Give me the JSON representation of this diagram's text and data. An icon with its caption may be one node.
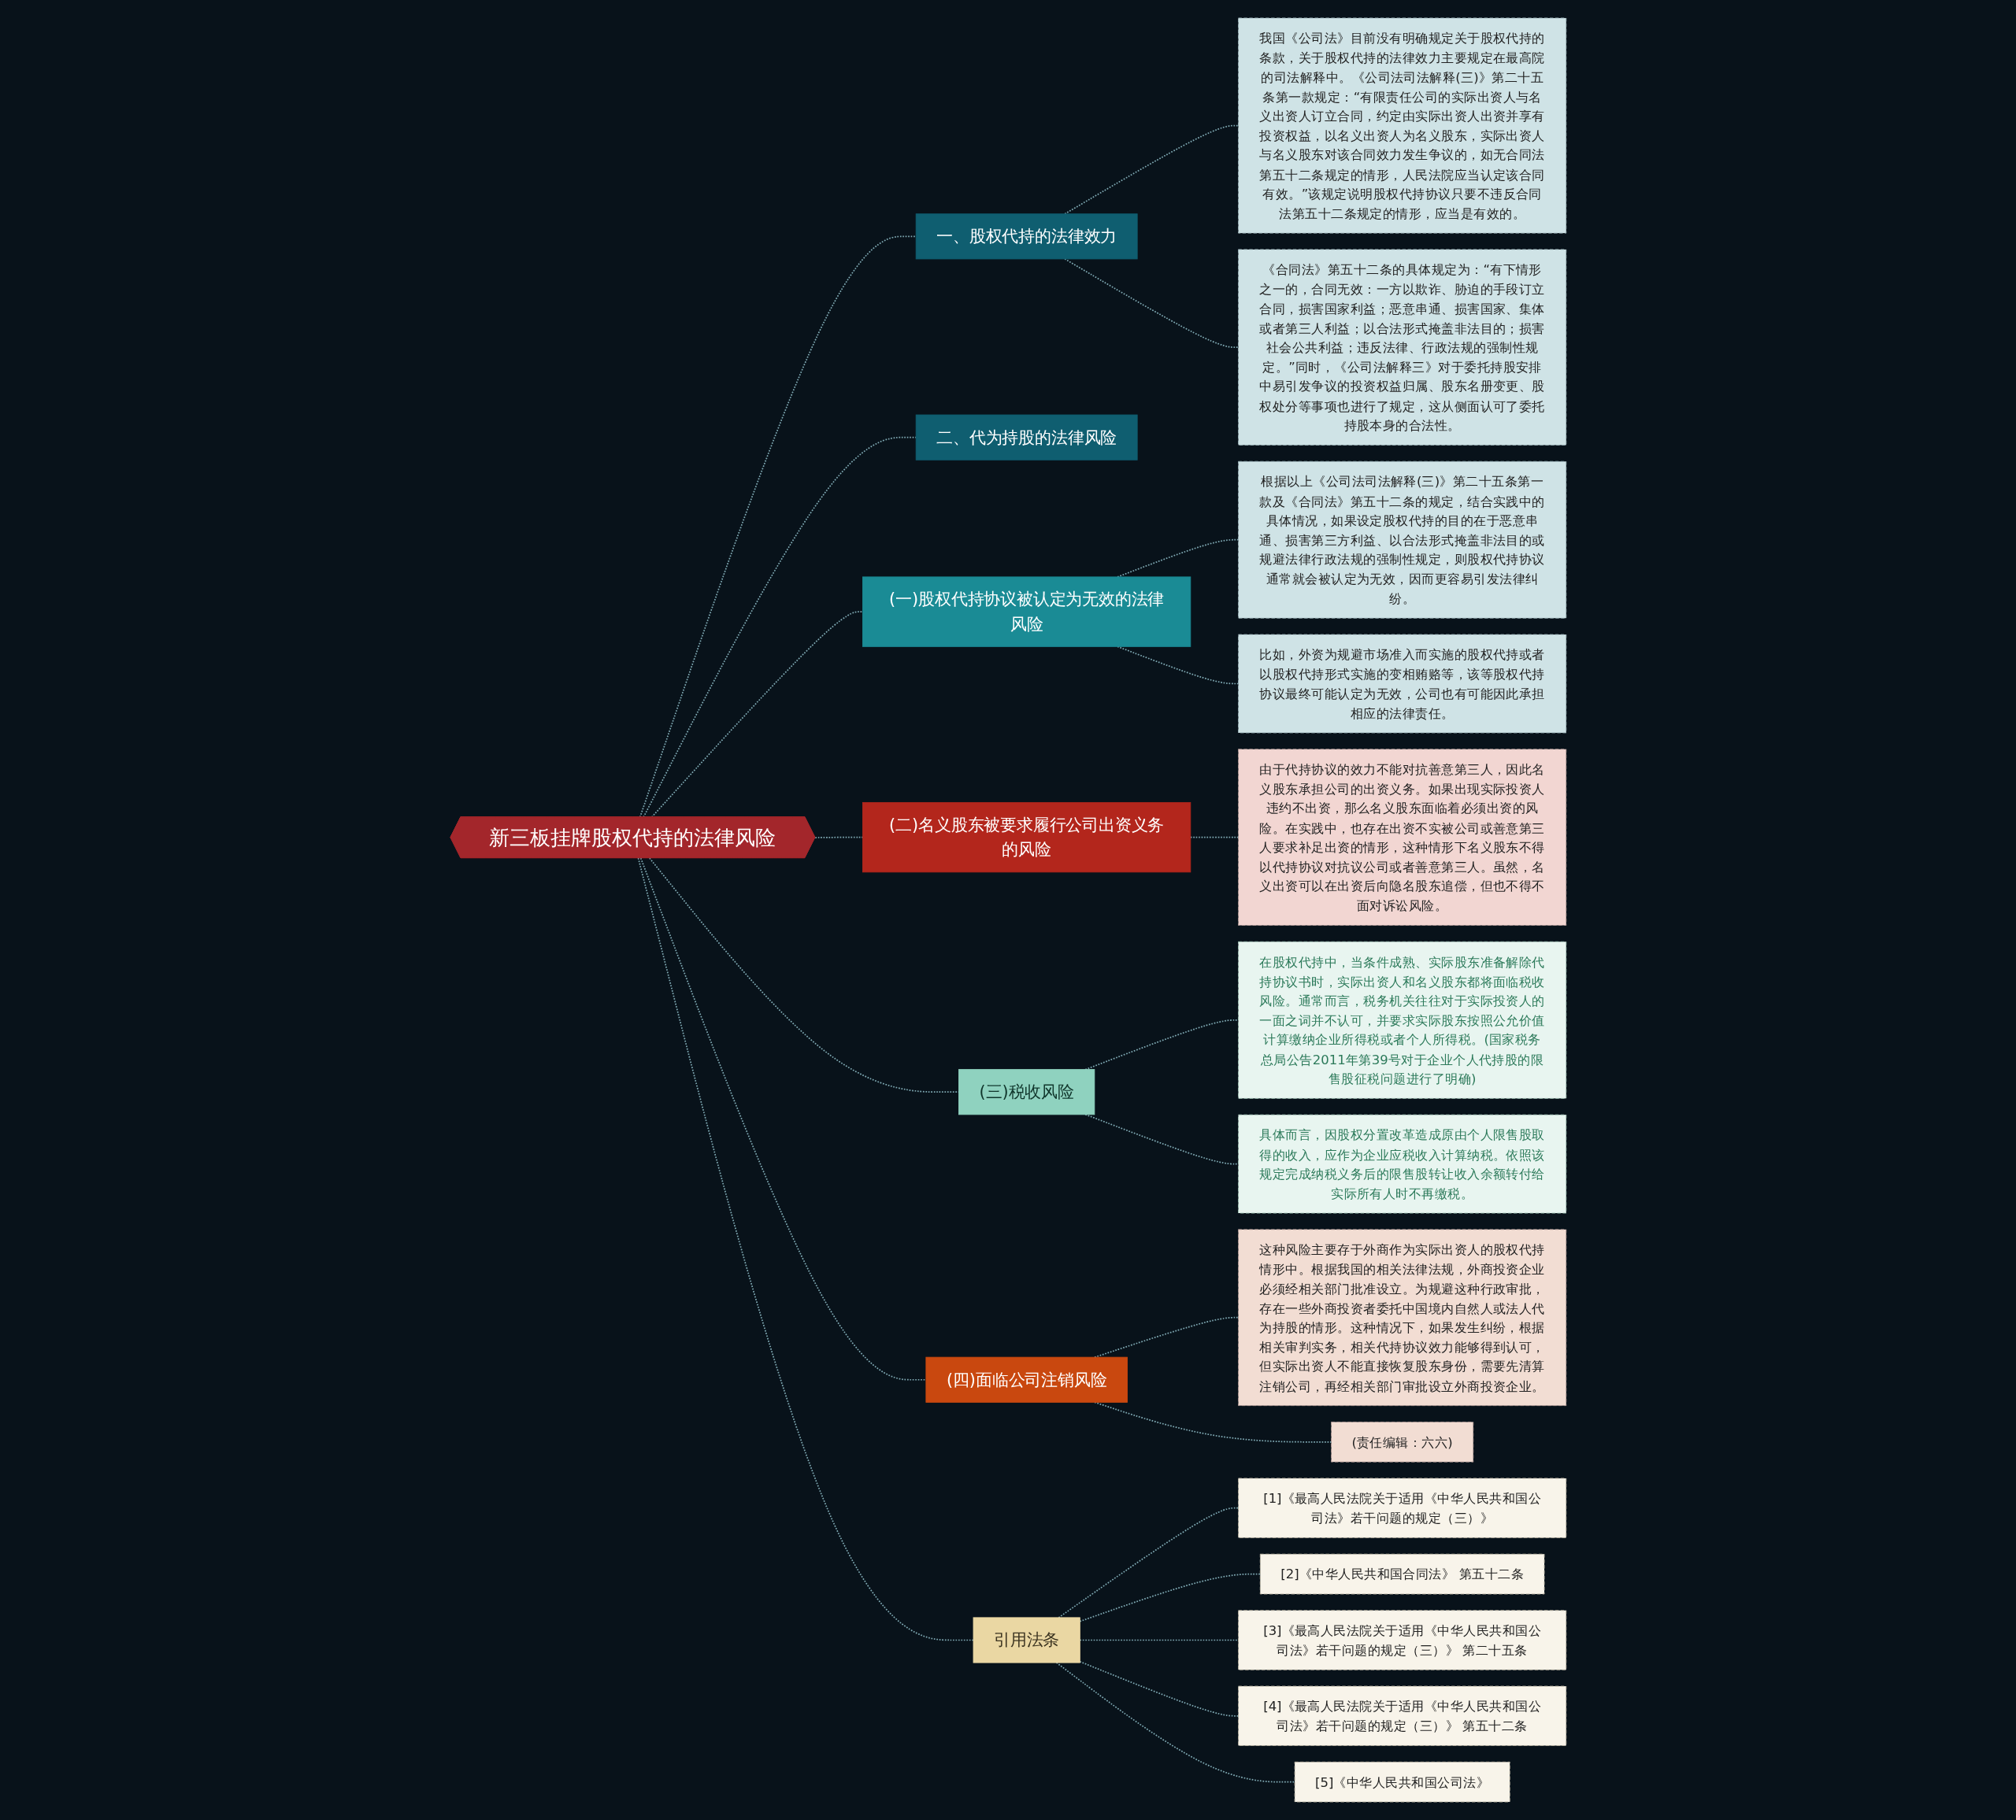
{
  "diagram": {
    "nodes": [
      {
        "text": [
          "新三板挂牌股权代持的法律风险"
        ]
      },
      {
        "text": [
          "一、股权代持的法律效力"
        ]
      },
      {
        "text": [
          "我国《公司法》目前没有明确规定关于股权代持的条款，关于股权代持的法律效力主要规定在最高院的司法解释中。《公司法司法解释(三)》第二十五条第一款规定：“有限责任公司的实际出资人与名义出资人订立合同，约定由实际出资人出资并享有投资权益，以名义出资人为名义股东，实际出资人与名义股东对该合同效力发生争议的，如无合同法第五十二条规定的情形，人民法院应当认定该合同有效。”该规定说明股权代持协议只要不违反合同法第五十二条规定的情形，应当是有效的。"
        ]
      },
      {
        "text": [
          "《合同法》第五十二条的具体规定为：“有下情形之一的，合同无效：一方以欺诈、胁迫的手段订立合同，损害国家利益；恶意串通、损害国家、集体或者第三人利益；以合法形式掩盖非法目的；损害社会公共利益；违反法律、行政法规的强制性规定。”同时，《公司法解释三》对于委托持股安排中易引发争议的投资权益归属、股东名册变更、股权处分等事项也进行了规定，这从侧面认可了委托持股本身的合法性。"
        ]
      },
      {
        "text": [
          "二、代为持股的法律风险"
        ]
      },
      {
        "text": [
          "(一)股权代持协议被认定为无效的法律风险"
        ]
      },
      {
        "text": [
          "根据以上《公司法司法解释(三)》第二十五条第一款及《合同法》第五十二条的规定，结合实践中的具体情况，如果设定股权代持的目的在于恶意串通、损害第三方利益、以合法形式掩盖非法目的或规避法律行政法规的强制性规定，则股权代持协议通常就会被认定为无效，因而更容易引发法律纠纷。"
        ]
      },
      {
        "text": [
          "比如，外资为规避市场准入而实施的股权代持或者以股权代持形式实施的变相贿赂等，该等股权代持协议最终可能认定为无效，公司也有可能因此承担相应的法律责任。"
        ]
      },
      {
        "text": [
          "(二)名义股东被要求履行公司出资义务的风险"
        ]
      },
      {
        "text": [
          "由于代持协议的效力不能对抗善意第三人，因此名义股东承担公司的出资义务。如果出现实际投资人违约不出资，那么名义股东面临着必须出资的风险。在实践中，也存在出资不实被公司或善意第三人要求补足出资的情形，这种情形下名义股东不得以代持协议对抗议公司或者善意第三人。虽然，名义出资可以在出资后向隐名股东追偿，但也不得不面对诉讼风险。"
        ]
      },
      {
        "text": [
          "(三)税收风险"
        ]
      },
      {
        "text": [
          "在股权代持中，当条件成熟、实际股东准备解除代持协议书时，实际出资人和名义股东都将面临税收风险。通常而言，税务机关往往对于实际投资人的一面之词并不认可，并要求实际股东按照公允价值计算缴纳企业所得税或者个人所得税。(国家税务总局公告2011年第39号对于企业个人代持股的限售股征税问题进行了明确)"
        ]
      },
      {
        "text": [
          "具体而言，因股权分置改革造成原由个人限售股取得的收入，应作为企业应税收入计算纳税。依照该规定完成纳税义务后的限售股转让收入余额转付给实际所有人时不再缴税。"
        ]
      },
      {
        "text": [
          "(四)面临公司注销风险"
        ]
      },
      {
        "text": [
          "这种风险主要存于外商作为实际出资人的股权代持情形中。根据我国的相关法律法规，外商投资企业必须经相关部门批准设立。为规避这种行政审批，存在一些外商投资者委托中国境内自然人或法人代为持股的情形。这种情况下，如果发生纠纷，根据相关审判实务，相关代持协议效力能够得到认可，但实际出资人不能直接恢复股东身份，需要先清算注销公司，再经相关部门审批设立外商投资企业。"
        ]
      },
      {
        "text": [
          "(责任编辑：六六)"
        ]
      },
      {
        "text": [
          "引用法条"
        ]
      },
      {
        "text": [
          "[1]《最高人民法院关于适用《中华人民共和国公司法》若干问题的规定（三）》"
        ]
      },
      {
        "text": [
          "[2]《中华人民共和国合同法》 第五十二条"
        ]
      },
      {
        "text": [
          "[3]《最高人民法院关于适用《中华人民共和国公司法》若干问题的规定（三）》 第二十五条"
        ]
      },
      {
        "text": [
          "[4]《最高人民法院关于适用《中华人民共和国公司法》若干问题的规定（三）》 第五十二条"
        ]
      },
      {
        "text": [
          "[5]《中华人民共和国公司法》"
        ]
      }
    ],
    "edges": [
      {
        "from": 0,
        "to": 1,
        "arrow": "none",
        "style": "dashed"
      },
      {
        "from": 1,
        "to": 2,
        "arrow": "none",
        "style": "dashed"
      },
      {
        "from": 1,
        "to": 3,
        "arrow": "none",
        "style": "dashed"
      },
      {
        "from": 0,
        "to": 4,
        "arrow": "none",
        "style": "dashed"
      },
      {
        "from": 0,
        "to": 5,
        "arrow": "none",
        "style": "dashed"
      },
      {
        "from": 5,
        "to": 6,
        "arrow": "none",
        "style": "dashed"
      },
      {
        "from": 5,
        "to": 7,
        "arrow": "none",
        "style": "dashed"
      },
      {
        "from": 0,
        "to": 8,
        "arrow": "none",
        "style": "dashed"
      },
      {
        "from": 8,
        "to": 9,
        "arrow": "none",
        "style": "dashed"
      },
      {
        "from": 0,
        "to": 10,
        "arrow": "none",
        "style": "dashed"
      },
      {
        "from": 10,
        "to": 11,
        "arrow": "none",
        "style": "dashed"
      },
      {
        "from": 10,
        "to": 12,
        "arrow": "none",
        "style": "dashed"
      },
      {
        "from": 0,
        "to": 13,
        "arrow": "none",
        "style": "dashed"
      },
      {
        "from": 13,
        "to": 14,
        "arrow": "none",
        "style": "dashed"
      },
      {
        "from": 13,
        "to": 15,
        "arrow": "none",
        "style": "dashed"
      },
      {
        "from": 0,
        "to": 16,
        "arrow": "none",
        "style": "dashed"
      },
      {
        "from": 16,
        "to": 17,
        "arrow": "none",
        "style": "dashed"
      },
      {
        "from": 16,
        "to": 18,
        "arrow": "none",
        "style": "dashed"
      },
      {
        "from": 16,
        "to": 19,
        "arrow": "none",
        "style": "dashed"
      },
      {
        "from": 16,
        "to": 20,
        "arrow": "none",
        "style": "dashed"
      },
      {
        "from": 16,
        "to": 21,
        "arrow": "none",
        "style": "dashed"
      }
    ]
  }
}
